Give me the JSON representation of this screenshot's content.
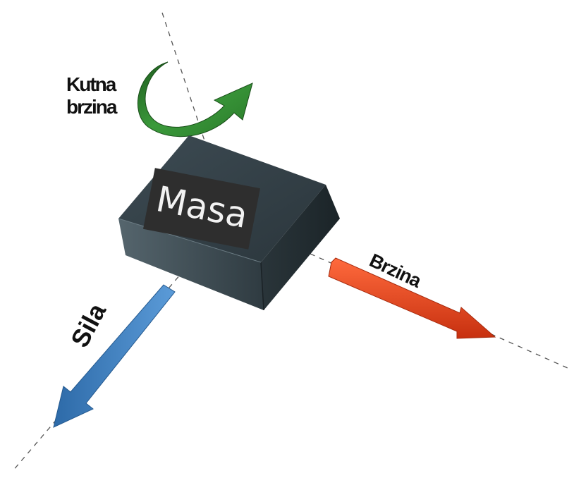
{
  "labels": {
    "mass": "Masa",
    "angular_velocity_line1": "Kutna",
    "angular_velocity_line2": "brzina",
    "velocity": "Brzina",
    "force": "Sila"
  },
  "colors": {
    "angular_velocity_arrow": "#2e7d32",
    "velocity_arrow": "#e8411a",
    "force_arrow": "#3f7fc2",
    "block": "#3a4850",
    "axis_line": "#555555"
  },
  "icons": {
    "angular_velocity": "curved-arrow-icon",
    "velocity": "straight-arrow-icon",
    "force": "straight-arrow-icon"
  }
}
